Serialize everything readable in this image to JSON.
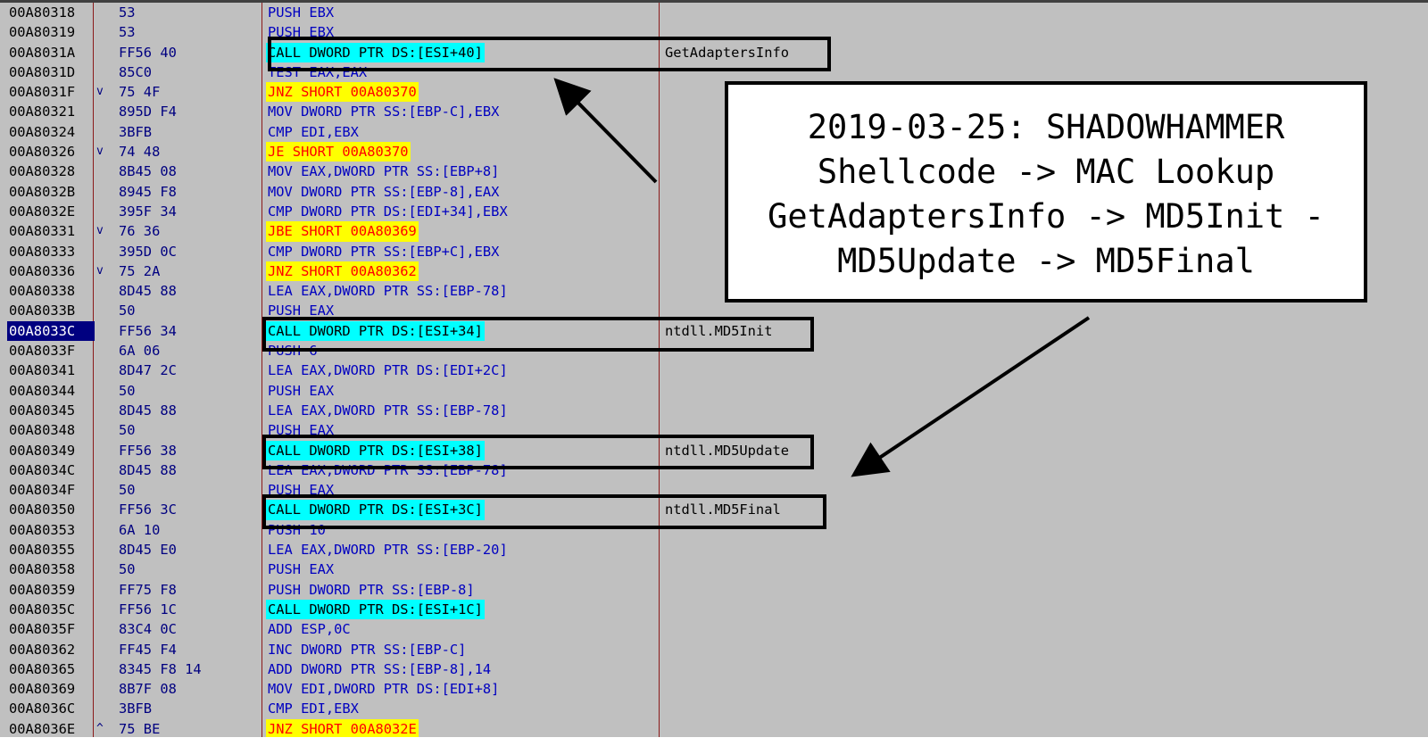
{
  "annotation": {
    "lines": [
      "2019-03-25: SHADOWHAMMER",
      "Shellcode -> MAC Lookup",
      "GetAdaptersInfo -> MD5Init -",
      "MD5Update -> MD5Final"
    ]
  },
  "colors": {
    "background": "#c0c0c0",
    "address_selected_bg": "#000080",
    "call_highlight": "#00ffff",
    "jump_highlight": "#ffff00",
    "jump_text": "#ff0000",
    "instruction_text": "#0000c0",
    "column_divider": "#8b1a1a"
  },
  "rows": [
    {
      "addr": "00A80318",
      "mark": "",
      "hex": "53",
      "instr": "PUSH EBX",
      "type": "normal",
      "comment": ""
    },
    {
      "addr": "00A80319",
      "mark": "",
      "hex": "53",
      "instr": "PUSH EBX",
      "type": "normal",
      "comment": ""
    },
    {
      "addr": "00A8031A",
      "mark": "",
      "hex": "FF56 40",
      "instr": "CALL DWORD PTR DS:[ESI+40]",
      "type": "call",
      "comment": "GetAdaptersInfo"
    },
    {
      "addr": "00A8031D",
      "mark": "",
      "hex": "85C0",
      "instr": "TEST EAX,EAX",
      "type": "normal",
      "comment": ""
    },
    {
      "addr": "00A8031F",
      "mark": "v",
      "hex": "75 4F",
      "instr": "JNZ SHORT 00A80370",
      "type": "jump",
      "comment": ""
    },
    {
      "addr": "00A80321",
      "mark": "",
      "hex": "895D F4",
      "instr": "MOV DWORD PTR SS:[EBP-C],EBX",
      "type": "normal",
      "comment": ""
    },
    {
      "addr": "00A80324",
      "mark": "",
      "hex": "3BFB",
      "instr": "CMP EDI,EBX",
      "type": "normal",
      "comment": ""
    },
    {
      "addr": "00A80326",
      "mark": "v",
      "hex": "74 48",
      "instr": "JE SHORT 00A80370",
      "type": "jump",
      "comment": ""
    },
    {
      "addr": "00A80328",
      "mark": "",
      "hex": "8B45 08",
      "instr": "MOV EAX,DWORD PTR SS:[EBP+8]",
      "type": "normal",
      "comment": ""
    },
    {
      "addr": "00A8032B",
      "mark": "",
      "hex": "8945 F8",
      "instr": "MOV DWORD PTR SS:[EBP-8],EAX",
      "type": "normal",
      "comment": ""
    },
    {
      "addr": "00A8032E",
      "mark": "",
      "hex": "395F 34",
      "instr": "CMP DWORD PTR DS:[EDI+34],EBX",
      "type": "normal",
      "comment": ""
    },
    {
      "addr": "00A80331",
      "mark": "v",
      "hex": "76 36",
      "instr": "JBE SHORT 00A80369",
      "type": "jump",
      "comment": ""
    },
    {
      "addr": "00A80333",
      "mark": "",
      "hex": "395D 0C",
      "instr": "CMP DWORD PTR SS:[EBP+C],EBX",
      "type": "normal",
      "comment": ""
    },
    {
      "addr": "00A80336",
      "mark": "v",
      "hex": "75 2A",
      "instr": "JNZ SHORT 00A80362",
      "type": "jump",
      "comment": ""
    },
    {
      "addr": "00A80338",
      "mark": "",
      "hex": "8D45 88",
      "instr": "LEA EAX,DWORD PTR SS:[EBP-78]",
      "type": "normal",
      "comment": ""
    },
    {
      "addr": "00A8033B",
      "mark": "",
      "hex": "50",
      "instr": "PUSH EAX",
      "type": "normal",
      "comment": ""
    },
    {
      "addr": "00A8033C",
      "mark": "",
      "hex": "FF56 34",
      "instr": "CALL DWORD PTR DS:[ESI+34]",
      "type": "call",
      "comment": "ntdll.MD5Init",
      "selected": true
    },
    {
      "addr": "00A8033F",
      "mark": "",
      "hex": "6A 06",
      "instr": "PUSH 6",
      "type": "normal",
      "comment": ""
    },
    {
      "addr": "00A80341",
      "mark": "",
      "hex": "8D47 2C",
      "instr": "LEA EAX,DWORD PTR DS:[EDI+2C]",
      "type": "normal",
      "comment": ""
    },
    {
      "addr": "00A80344",
      "mark": "",
      "hex": "50",
      "instr": "PUSH EAX",
      "type": "normal",
      "comment": ""
    },
    {
      "addr": "00A80345",
      "mark": "",
      "hex": "8D45 88",
      "instr": "LEA EAX,DWORD PTR SS:[EBP-78]",
      "type": "normal",
      "comment": ""
    },
    {
      "addr": "00A80348",
      "mark": "",
      "hex": "50",
      "instr": "PUSH EAX",
      "type": "normal",
      "comment": ""
    },
    {
      "addr": "00A80349",
      "mark": "",
      "hex": "FF56 38",
      "instr": "CALL DWORD PTR DS:[ESI+38]",
      "type": "call",
      "comment": "ntdll.MD5Update"
    },
    {
      "addr": "00A8034C",
      "mark": "",
      "hex": "8D45 88",
      "instr": "LEA EAX,DWORD PTR SS:[EBP-78]",
      "type": "normal",
      "comment": ""
    },
    {
      "addr": "00A8034F",
      "mark": "",
      "hex": "50",
      "instr": "PUSH EAX",
      "type": "normal",
      "comment": ""
    },
    {
      "addr": "00A80350",
      "mark": "",
      "hex": "FF56 3C",
      "instr": "CALL DWORD PTR DS:[ESI+3C]",
      "type": "call",
      "comment": "ntdll.MD5Final"
    },
    {
      "addr": "00A80353",
      "mark": "",
      "hex": "6A 10",
      "instr": "PUSH 10",
      "type": "normal",
      "comment": ""
    },
    {
      "addr": "00A80355",
      "mark": "",
      "hex": "8D45 E0",
      "instr": "LEA EAX,DWORD PTR SS:[EBP-20]",
      "type": "normal",
      "comment": ""
    },
    {
      "addr": "00A80358",
      "mark": "",
      "hex": "50",
      "instr": "PUSH EAX",
      "type": "normal",
      "comment": ""
    },
    {
      "addr": "00A80359",
      "mark": "",
      "hex": "FF75 F8",
      "instr": "PUSH DWORD PTR SS:[EBP-8]",
      "type": "normal",
      "comment": ""
    },
    {
      "addr": "00A8035C",
      "mark": "",
      "hex": "FF56 1C",
      "instr": "CALL DWORD PTR DS:[ESI+1C]",
      "type": "call",
      "comment": ""
    },
    {
      "addr": "00A8035F",
      "mark": "",
      "hex": "83C4 0C",
      "instr": "ADD ESP,0C",
      "type": "normal",
      "comment": ""
    },
    {
      "addr": "00A80362",
      "mark": "",
      "hex": "FF45 F4",
      "instr": "INC DWORD PTR SS:[EBP-C]",
      "type": "normal",
      "comment": ""
    },
    {
      "addr": "00A80365",
      "mark": "",
      "hex": "8345 F8 14",
      "instr": "ADD DWORD PTR SS:[EBP-8],14",
      "type": "normal",
      "comment": ""
    },
    {
      "addr": "00A80369",
      "mark": "",
      "hex": "8B7F 08",
      "instr": "MOV EDI,DWORD PTR DS:[EDI+8]",
      "type": "normal",
      "comment": ""
    },
    {
      "addr": "00A8036C",
      "mark": "",
      "hex": "3BFB",
      "instr": "CMP EDI,EBX",
      "type": "normal",
      "comment": ""
    },
    {
      "addr": "00A8036E",
      "mark": "^",
      "hex": "75 BE",
      "instr": "JNZ SHORT 00A8032E",
      "type": "jump",
      "comment": ""
    }
  ]
}
